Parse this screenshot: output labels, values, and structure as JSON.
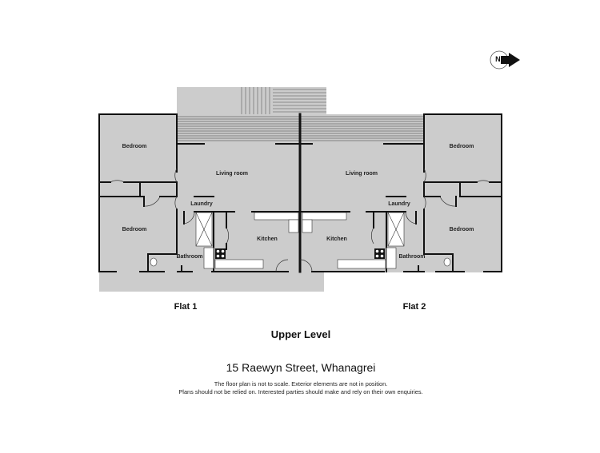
{
  "compass": {
    "letter": "N",
    "icon": "north-arrow-icon"
  },
  "colors": {
    "floor": "#cccccc",
    "wall": "#111111",
    "fixture": "#ffffff",
    "background": "#ffffff"
  },
  "flats": [
    {
      "label": "Flat 1",
      "rooms": {
        "bedroom_top": "Bedroom",
        "living": "Living room",
        "laundry": "Laundry",
        "bedroom_bottom": "Bedroom",
        "bathroom": "Bathroom",
        "kitchen": "Kitchen"
      }
    },
    {
      "label": "Flat 2",
      "rooms": {
        "bedroom_top": "Bedroom",
        "living": "Living room",
        "laundry": "Laundry",
        "bedroom_bottom": "Bedroom",
        "bathroom": "Bathroom",
        "kitchen": "Kitchen"
      }
    }
  ],
  "level_title": "Upper Level",
  "address": "15 Raewyn Street, Whanagrei",
  "disclaimer": {
    "line1": "The floor plan is not to scale. Exterior elements are not in position.",
    "line2": "Plans should not be relied on. Interested parties should make and rely on their own enquiries."
  }
}
